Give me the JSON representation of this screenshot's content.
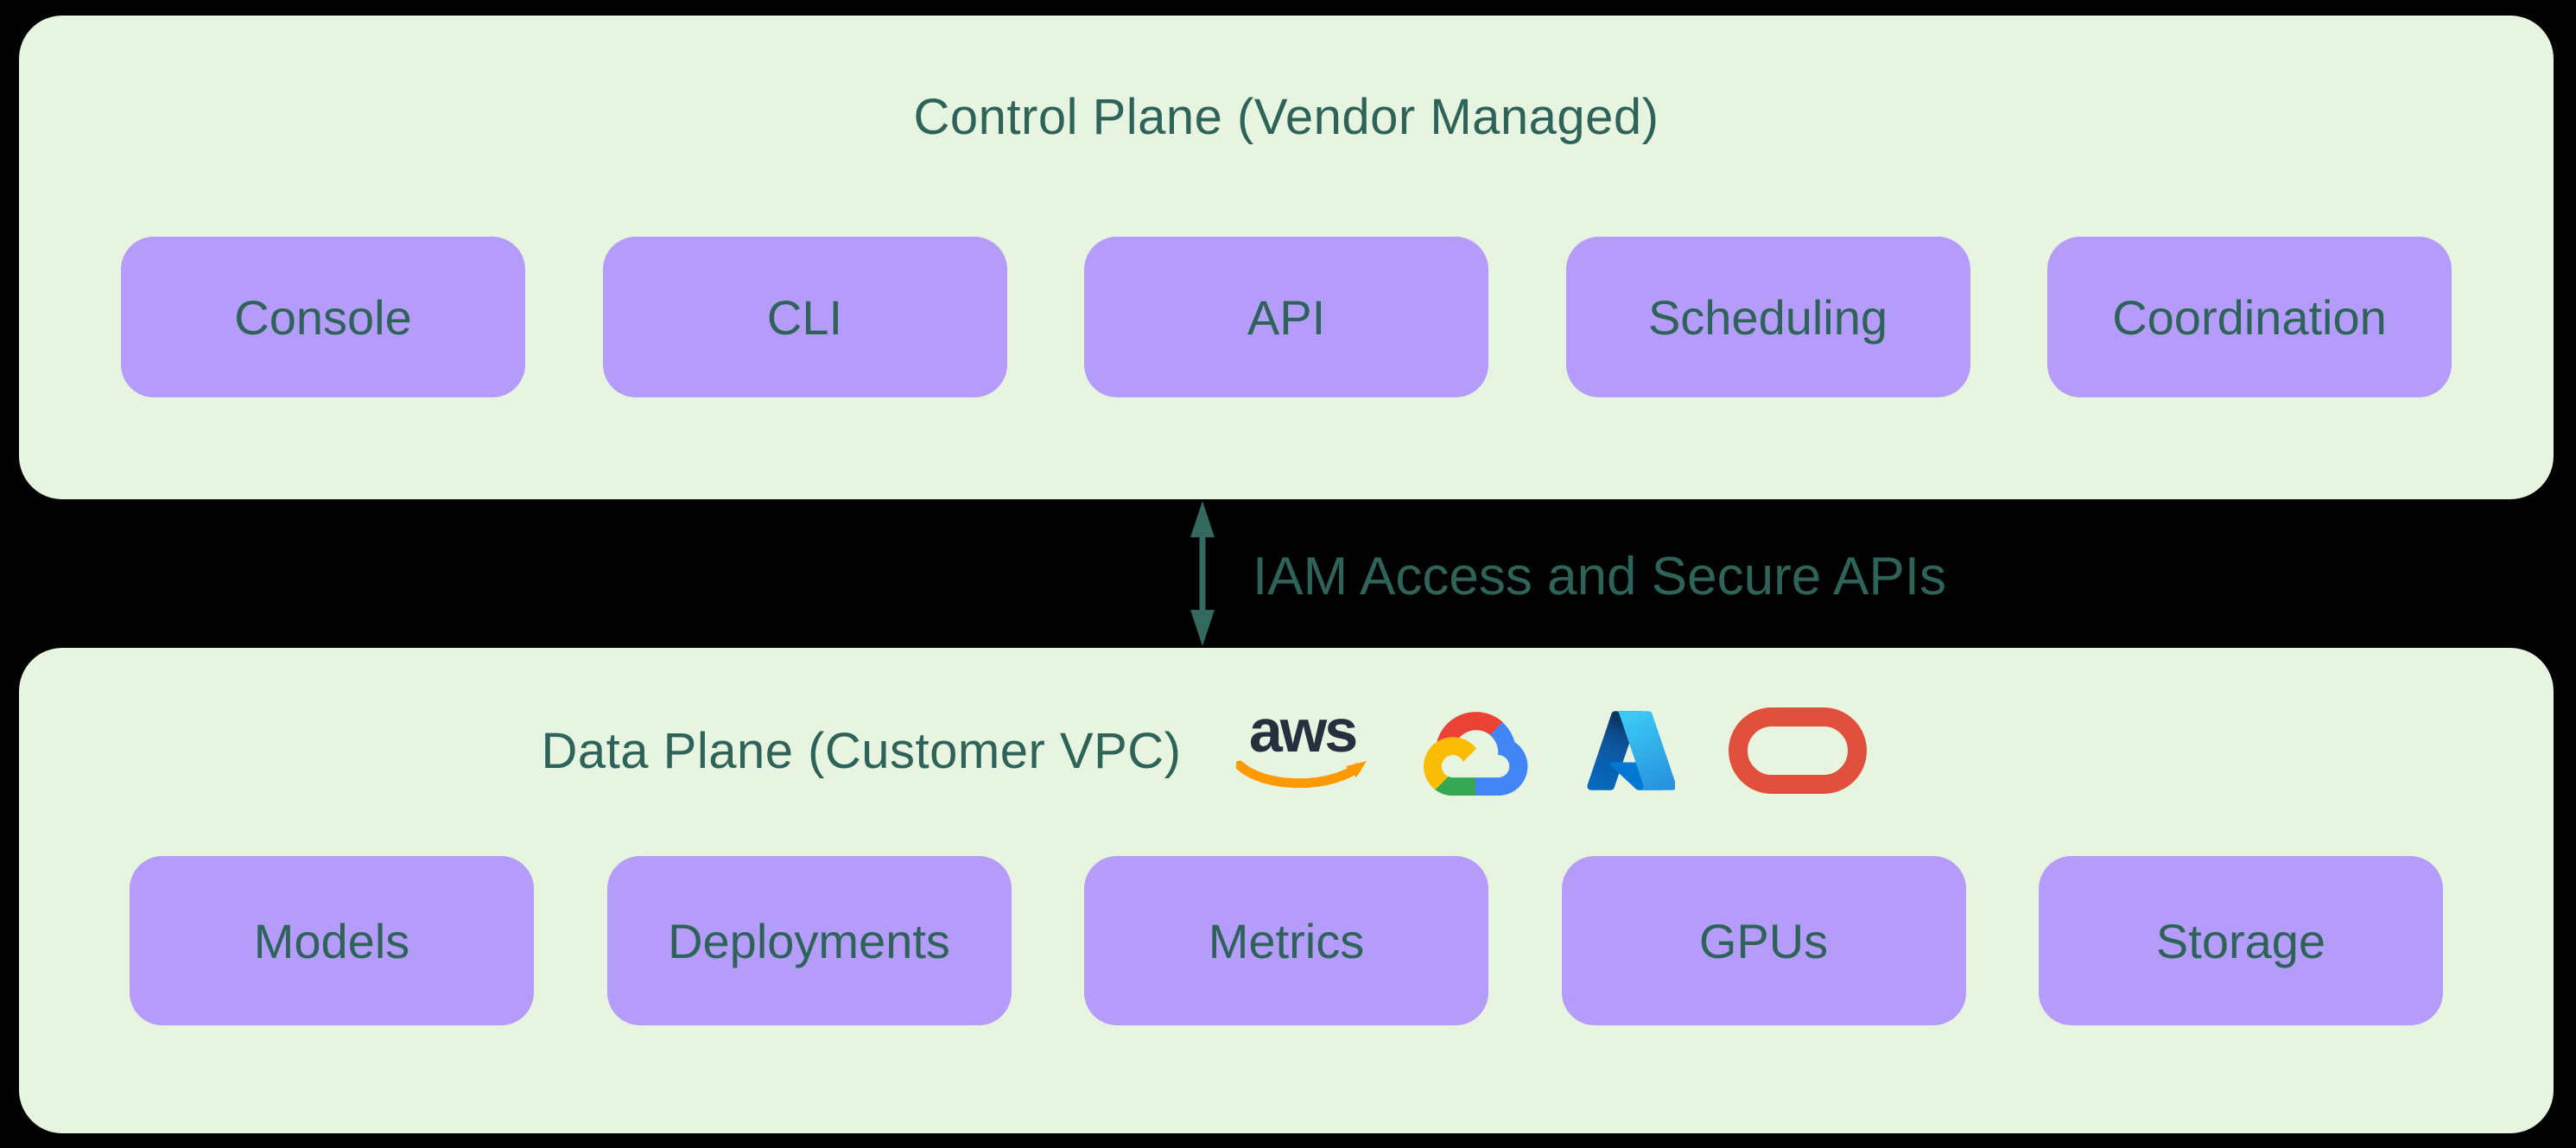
{
  "diagram": {
    "background_color": "#000000",
    "panel_color": "#e7f4df",
    "box_color": "#b59cfa",
    "text_color": "#2d6358",
    "arrow_color": "#33695e"
  },
  "control_plane": {
    "title": "Control Plane (Vendor Managed)",
    "boxes": [
      "Console",
      "CLI",
      "API",
      "Scheduling",
      "Coordination"
    ]
  },
  "connector": {
    "icon": "double-headed-vertical-arrow",
    "label": "IAM Access and Secure APIs"
  },
  "data_plane": {
    "title": "Data Plane (Customer VPC)",
    "aws_wordmark": "aws",
    "logos": [
      "aws-logo",
      "google-cloud-logo",
      "azure-logo",
      "oracle-logo"
    ],
    "boxes": [
      "Models",
      "Deployments",
      "Metrics",
      "GPUs",
      "Storage"
    ]
  }
}
